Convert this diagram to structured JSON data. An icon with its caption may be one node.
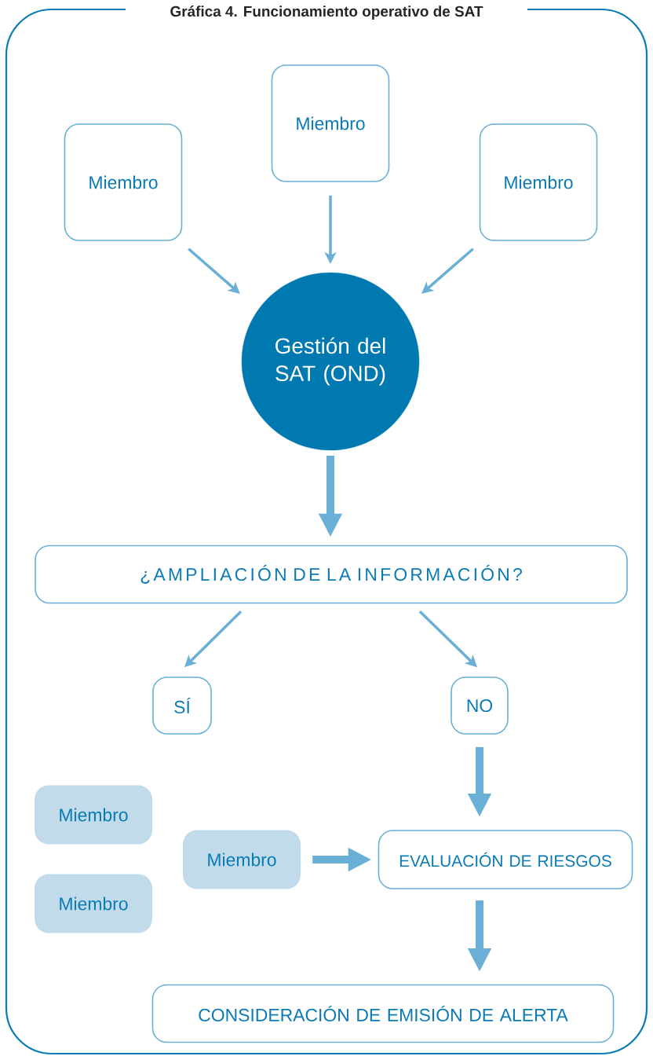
{
  "diagram": {
    "title": "Gráfica 4. Funcionamiento operativo de SAT",
    "nodes": [
      {
        "text": [
          "Miembro"
        ]
      },
      {
        "text": [
          "Miembro"
        ]
      },
      {
        "text": [
          "Miembro"
        ]
      },
      {
        "text": [
          "Gestión del SAT (OND)"
        ]
      },
      {
        "text": [
          "¿AMPLIACIÓN DE LA INFORMACIÓN?"
        ]
      },
      {
        "text": [
          "SÍ"
        ]
      },
      {
        "text": [
          "NO"
        ]
      },
      {
        "text": [
          "Miembro"
        ]
      },
      {
        "text": [
          "Miembro"
        ]
      },
      {
        "text": [
          "Miembro"
        ]
      },
      {
        "text": [
          "EVALUACIÓN DE RIESGOS"
        ]
      },
      {
        "text": [
          "CONSIDERACIÓN DE EMISIÓN DE ALERTA"
        ]
      }
    ],
    "edges": [
      {
        "from": 0,
        "to": 3,
        "arrow": "to"
      },
      {
        "from": 1,
        "to": 3,
        "arrow": "to"
      },
      {
        "from": 2,
        "to": 3,
        "arrow": "to"
      },
      {
        "from": 3,
        "to": 4,
        "arrow": "to",
        "style": "thick"
      },
      {
        "from": 4,
        "to": 5,
        "arrow": "to"
      },
      {
        "from": 4,
        "to": 6,
        "arrow": "to"
      },
      {
        "from": 6,
        "to": 10,
        "arrow": "to",
        "style": "thick"
      },
      {
        "from": 9,
        "to": 10,
        "arrow": "to",
        "style": "thick"
      },
      {
        "from": 10,
        "to": 11,
        "arrow": "to",
        "style": "thick"
      }
    ]
  }
}
